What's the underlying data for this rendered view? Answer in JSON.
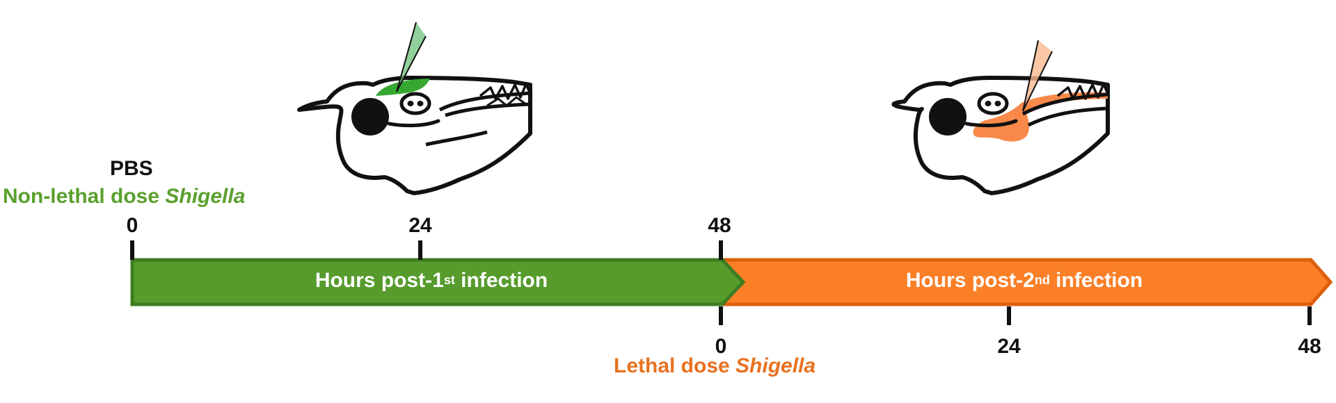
{
  "colors": {
    "green_fill": "#569b2c",
    "green_edge": "#3f7c21",
    "green_label": "#5aa02e",
    "green_tissue": "#36a832",
    "orange_fill": "#fb7f27",
    "orange_edge": "#dd5f0d",
    "orange_label": "#e8711f",
    "orange_tissue": "#f9894a",
    "ink": "#111111"
  },
  "phase1": {
    "group_label": "PBS",
    "dose_label": "Non-lethal dose ",
    "dose_organism": "Shigella",
    "bar_label_pre": "Hours post-1",
    "bar_label_sup": "st",
    "bar_label_post": " infection",
    "ticks": [
      "0",
      "24",
      "48"
    ]
  },
  "phase2": {
    "dose_label": "Lethal dose ",
    "dose_organism": "Shigella",
    "bar_label_pre": "Hours post-2",
    "bar_label_sup": "nd",
    "bar_label_post": " infection",
    "ticks": [
      "0",
      "24",
      "48"
    ]
  },
  "illustrations": {
    "first": "zebrafish-larva-hindbrain-injection-icon",
    "second": "zebrafish-larva-yolk-injection-icon"
  }
}
